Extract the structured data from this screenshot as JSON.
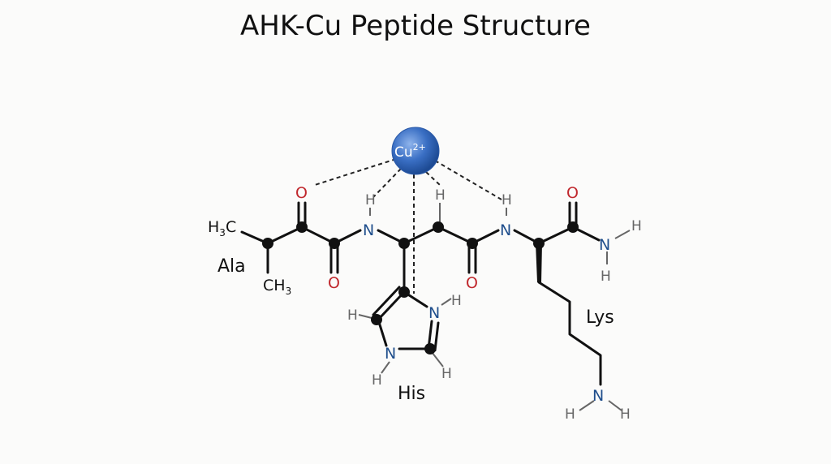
{
  "title": "AHK-Cu Peptide Structure",
  "metal": {
    "symbol": "Cu",
    "charge": "2+",
    "color": "#3a6fc4"
  },
  "residues": {
    "ala": "Ala",
    "his": "His",
    "lys": "Lys"
  },
  "groups": {
    "h3c_h": "H",
    "h3c_3": "3",
    "h3c_c": "C",
    "ch3_c": "CH",
    "ch3_3": "3"
  },
  "atoms": {
    "o": "O",
    "n": "N",
    "h": "H"
  },
  "colors": {
    "oxygen": "#c0282d",
    "nitrogen": "#1f4e8c",
    "hydrogen": "#666666",
    "carbon": "#111111"
  }
}
